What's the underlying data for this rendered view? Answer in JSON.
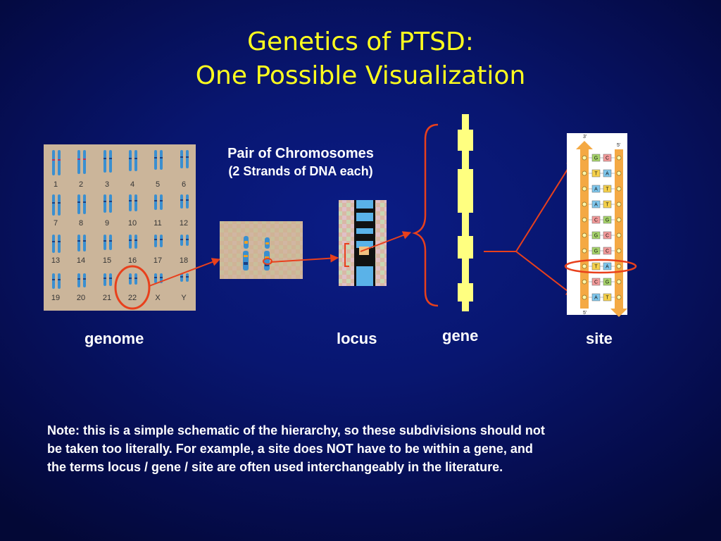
{
  "slide": {
    "title_line1": "Genetics of PTSD:",
    "title_line2": "One Possible Visualization",
    "pair_caption_line1": "Pair of Chromosomes",
    "pair_caption_line2": "(2 Strands of DNA each)",
    "labels": {
      "genome": "genome",
      "locus": "locus",
      "gene": "gene",
      "site": "site"
    },
    "note_lines": [
      "Note: this is a simple schematic of the hierarchy, so these subdivisions should not",
      "be taken too literally.  For example, a site does NOT have to be within a gene, and",
      "the terms locus / gene / site are often used interchangeably in the literature."
    ]
  },
  "karyotype": {
    "rows": [
      [
        "1",
        "2",
        "3",
        "4",
        "5",
        "6"
      ],
      [
        "7",
        "8",
        "9",
        "10",
        "11",
        "12"
      ],
      [
        "13",
        "14",
        "15",
        "16",
        "17",
        "18"
      ],
      [
        "19",
        "20",
        "21",
        "22",
        "X",
        "Y"
      ]
    ],
    "highlighted": "22"
  },
  "dna_ladder": {
    "end_top_left": "3'",
    "end_top_right": "5'",
    "end_bottom": "5'",
    "pairs": [
      [
        "G",
        "C"
      ],
      [
        "T",
        "A"
      ],
      [
        "A",
        "T"
      ],
      [
        "A",
        "T"
      ],
      [
        "C",
        "G"
      ],
      [
        "G",
        "C"
      ],
      [
        "G",
        "C"
      ],
      [
        "T",
        "A"
      ],
      [
        "C",
        "G"
      ],
      [
        "A",
        "T"
      ]
    ],
    "highlighted_pair": 7
  },
  "colors": {
    "title": "#ffff1e",
    "text": "#ffffff",
    "arrow": "#e8401c",
    "gene_bar": "#ffff80",
    "background": "#081670"
  }
}
